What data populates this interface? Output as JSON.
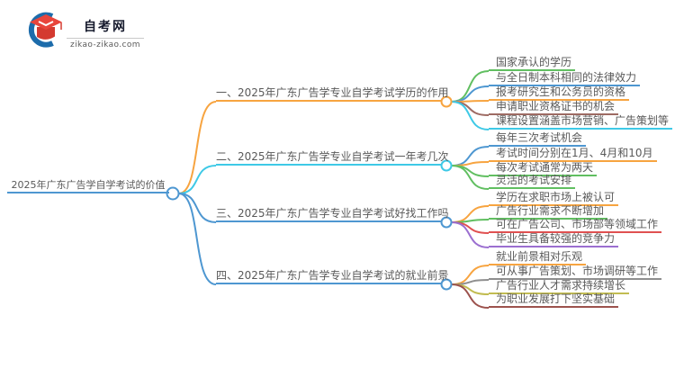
{
  "logo": {
    "site_name": "自考网",
    "site_url": "zikao-zikao.com",
    "icon_colors": {
      "swoosh": "#1d6cab",
      "cap": "#e8453c",
      "cap_dark": "#d43a30"
    }
  },
  "mindmap": {
    "text_color": "#595959",
    "root": {
      "label": "2025年广东广告学自学考试的价值",
      "color": "#4e97d1"
    },
    "branches": [
      {
        "label": "一、2025年广东广告学专业自学考试学历的作用",
        "color": "#f7a440",
        "leaves": [
          {
            "label": "国家承认的学历",
            "color": "#61bf61"
          },
          {
            "label": "与全日制本科相同的法律效力",
            "color": "#4e97d1"
          },
          {
            "label": "报考研究生和公务员的资格",
            "color": "#f7a440"
          },
          {
            "label": "申请职业资格证书的机会",
            "color": "#9e6b63"
          },
          {
            "label": "课程设置涵盖市场营销、广告策划等",
            "color": "#3ec9e6"
          }
        ]
      },
      {
        "label": "二、2025年广东广告学专业自学考试一年考几次",
        "color": "#3ec9e6",
        "leaves": [
          {
            "label": "每年三次考试机会",
            "color": "#4e97d1"
          },
          {
            "label": "考试时间分别在1月、4月和10月",
            "color": "#f7a440"
          },
          {
            "label": "每次考试通常为两天",
            "color": "#61bf61"
          },
          {
            "label": "灵活的考试安排",
            "color": "#61bf61"
          }
        ]
      },
      {
        "label": "三、2025年广东广告学专业自学考试好找工作吗",
        "color": "#4e97d1",
        "leaves": [
          {
            "label": "学历在求职市场上被认可",
            "color": "#f7a440"
          },
          {
            "label": "广告行业需求不断增加",
            "color": "#61bf61"
          },
          {
            "label": "可在广告公司、市场部等领域工作",
            "color": "#e05151"
          },
          {
            "label": "毕业生具备较强的竞争力",
            "color": "#9b6fd0"
          }
        ]
      },
      {
        "label": "四、2025年广东广告学专业自学考试的就业前景",
        "color": "#4e97d1",
        "leaves": [
          {
            "label": "就业前景相对乐观",
            "color": "#f7a440"
          },
          {
            "label": "可从事广告策划、市场调研等工作",
            "color": "#8f8f8f"
          },
          {
            "label": "广告行业人才需求持续增长",
            "color": "#c2bc52"
          },
          {
            "label": "为职业发展打下坚实基础",
            "color": "#9c524d"
          }
        ]
      }
    ]
  }
}
